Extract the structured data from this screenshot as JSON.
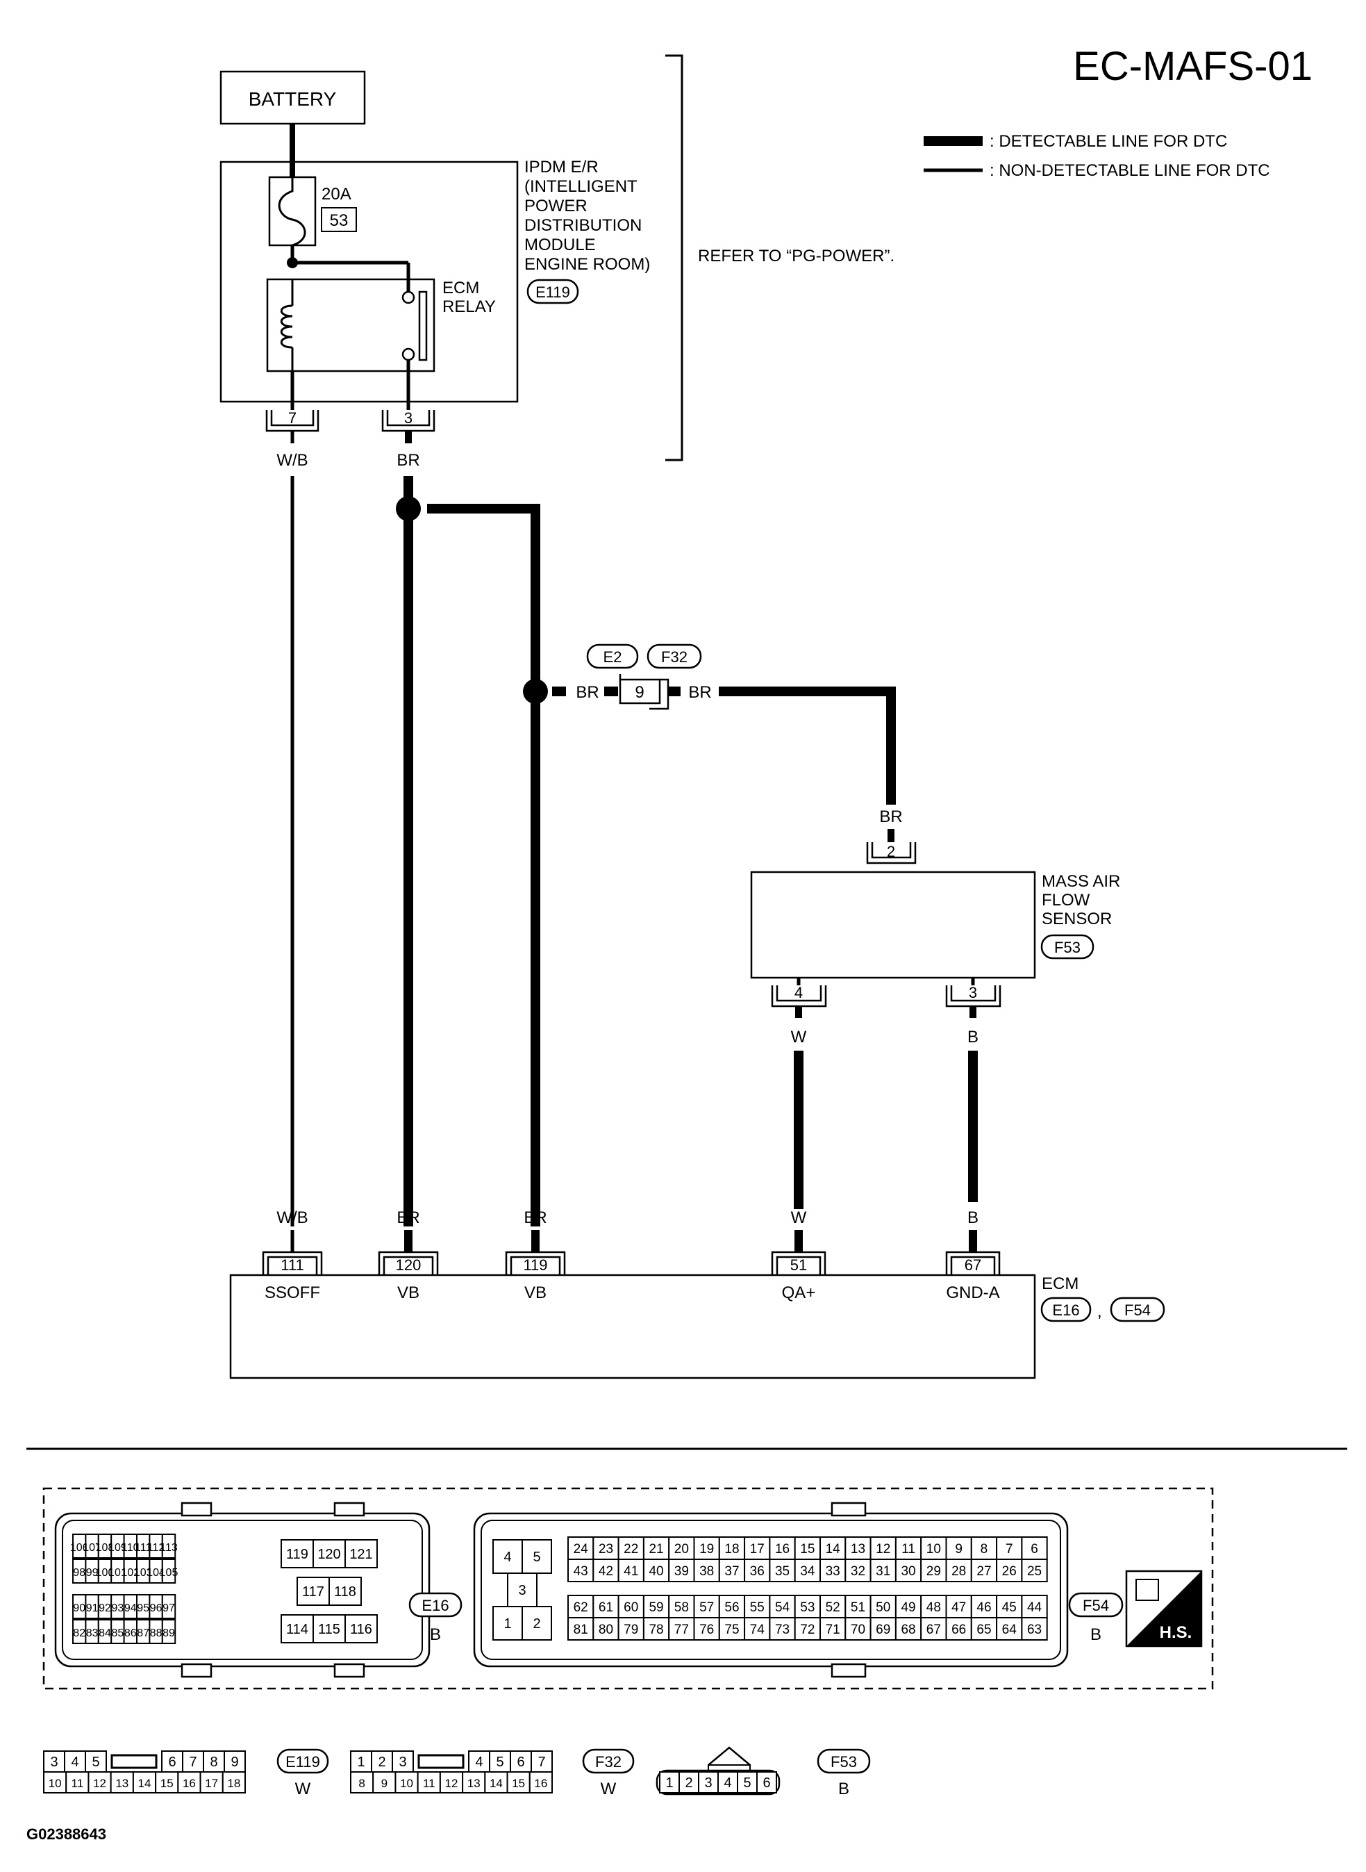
{
  "title": "EC-MAFS-01",
  "legend": {
    "detectable": ": DETECTABLE LINE FOR DTC",
    "non_detectable": ": NON-DETECTABLE LINE FOR DTC"
  },
  "battery": "BATTERY",
  "ipdm": {
    "fuse_amp": "20A",
    "fuse_no": "53",
    "label": [
      "IPDM E/R",
      "(INTELLIGENT",
      "POWER",
      "DISTRIBUTION",
      "MODULE",
      "ENGINE ROOM)"
    ],
    "connector": "E119",
    "relay_label": [
      "ECM",
      "RELAY"
    ],
    "pin_left": "7",
    "pin_right": "3",
    "wire_left": "W/B",
    "wire_right": "BR"
  },
  "refer_note": "REFER TO “PG-POWER”.",
  "joint_connector": {
    "left_id": "E2",
    "right_id": "F32",
    "pin": "9",
    "wire_left": "BR",
    "wire_right": "BR"
  },
  "maf_sensor": {
    "label": [
      "MASS AIR",
      "FLOW",
      "SENSOR"
    ],
    "connector": "F53",
    "top_wire": "BR",
    "top_pin": "2",
    "pins": [
      {
        "pin": "4",
        "wire": "W"
      },
      {
        "pin": "3",
        "wire": "B"
      }
    ]
  },
  "ecm": {
    "label": "ECM",
    "connectors": [
      "E16",
      "F54"
    ],
    "separator": ",",
    "terminals": [
      {
        "wire": "W/B",
        "pin": "111",
        "name": "SSOFF"
      },
      {
        "wire": "BR",
        "pin": "120",
        "name": "VB"
      },
      {
        "wire": "BR",
        "pin": "119",
        "name": "VB"
      },
      {
        "wire": "W",
        "pin": "51",
        "name": "QA+"
      },
      {
        "wire": "B",
        "pin": "67",
        "name": "GND-A"
      }
    ]
  },
  "face_e16": {
    "id": "E16",
    "color": "B",
    "rows": [
      [
        "106",
        "107",
        "108",
        "109",
        "110",
        "111",
        "112",
        "113"
      ],
      [
        "98",
        "99",
        "100",
        "101",
        "102",
        "103",
        "104",
        "105"
      ],
      [
        "90",
        "91",
        "92",
        "93",
        "94",
        "95",
        "96",
        "97"
      ],
      [
        "82",
        "83",
        "84",
        "85",
        "86",
        "87",
        "88",
        "89"
      ]
    ],
    "mid": [
      "119",
      "120",
      "121",
      "117",
      "118",
      "114",
      "115",
      "116"
    ]
  },
  "face_f54": {
    "id": "F54",
    "color": "B",
    "left": [
      "4",
      "5",
      "3",
      "1",
      "2"
    ],
    "rows": [
      [
        "24",
        "23",
        "22",
        "21",
        "20",
        "19",
        "18",
        "17",
        "16",
        "15",
        "14",
        "13",
        "12",
        "11",
        "10",
        "9",
        "8",
        "7",
        "6"
      ],
      [
        "43",
        "42",
        "41",
        "40",
        "39",
        "38",
        "37",
        "36",
        "35",
        "34",
        "33",
        "32",
        "31",
        "30",
        "29",
        "28",
        "27",
        "26",
        "25"
      ],
      [
        "62",
        "61",
        "60",
        "59",
        "58",
        "57",
        "56",
        "55",
        "54",
        "53",
        "52",
        "51",
        "50",
        "49",
        "48",
        "47",
        "46",
        "45",
        "44"
      ],
      [
        "81",
        "80",
        "79",
        "78",
        "77",
        "76",
        "75",
        "74",
        "73",
        "72",
        "71",
        "70",
        "69",
        "68",
        "67",
        "66",
        "65",
        "64",
        "63"
      ]
    ]
  },
  "hs_badge": "H.S.",
  "face_e119": {
    "id": "E119",
    "color": "W",
    "top_left": [
      "3",
      "4",
      "5"
    ],
    "top_right": [
      "6",
      "7",
      "8",
      "9"
    ],
    "bottom": [
      "10",
      "11",
      "12",
      "13",
      "14",
      "15",
      "16",
      "17",
      "18"
    ]
  },
  "face_f32": {
    "id": "F32",
    "color": "W",
    "top_left": [
      "1",
      "2",
      "3"
    ],
    "top_right": [
      "4",
      "5",
      "6",
      "7"
    ],
    "bottom": [
      "8",
      "9",
      "10",
      "11",
      "12",
      "13",
      "14",
      "15",
      "16"
    ]
  },
  "face_f53": {
    "id": "F53",
    "color": "B",
    "pins": [
      "1",
      "2",
      "3",
      "4",
      "5",
      "6"
    ]
  },
  "figure_code": "G02388643"
}
